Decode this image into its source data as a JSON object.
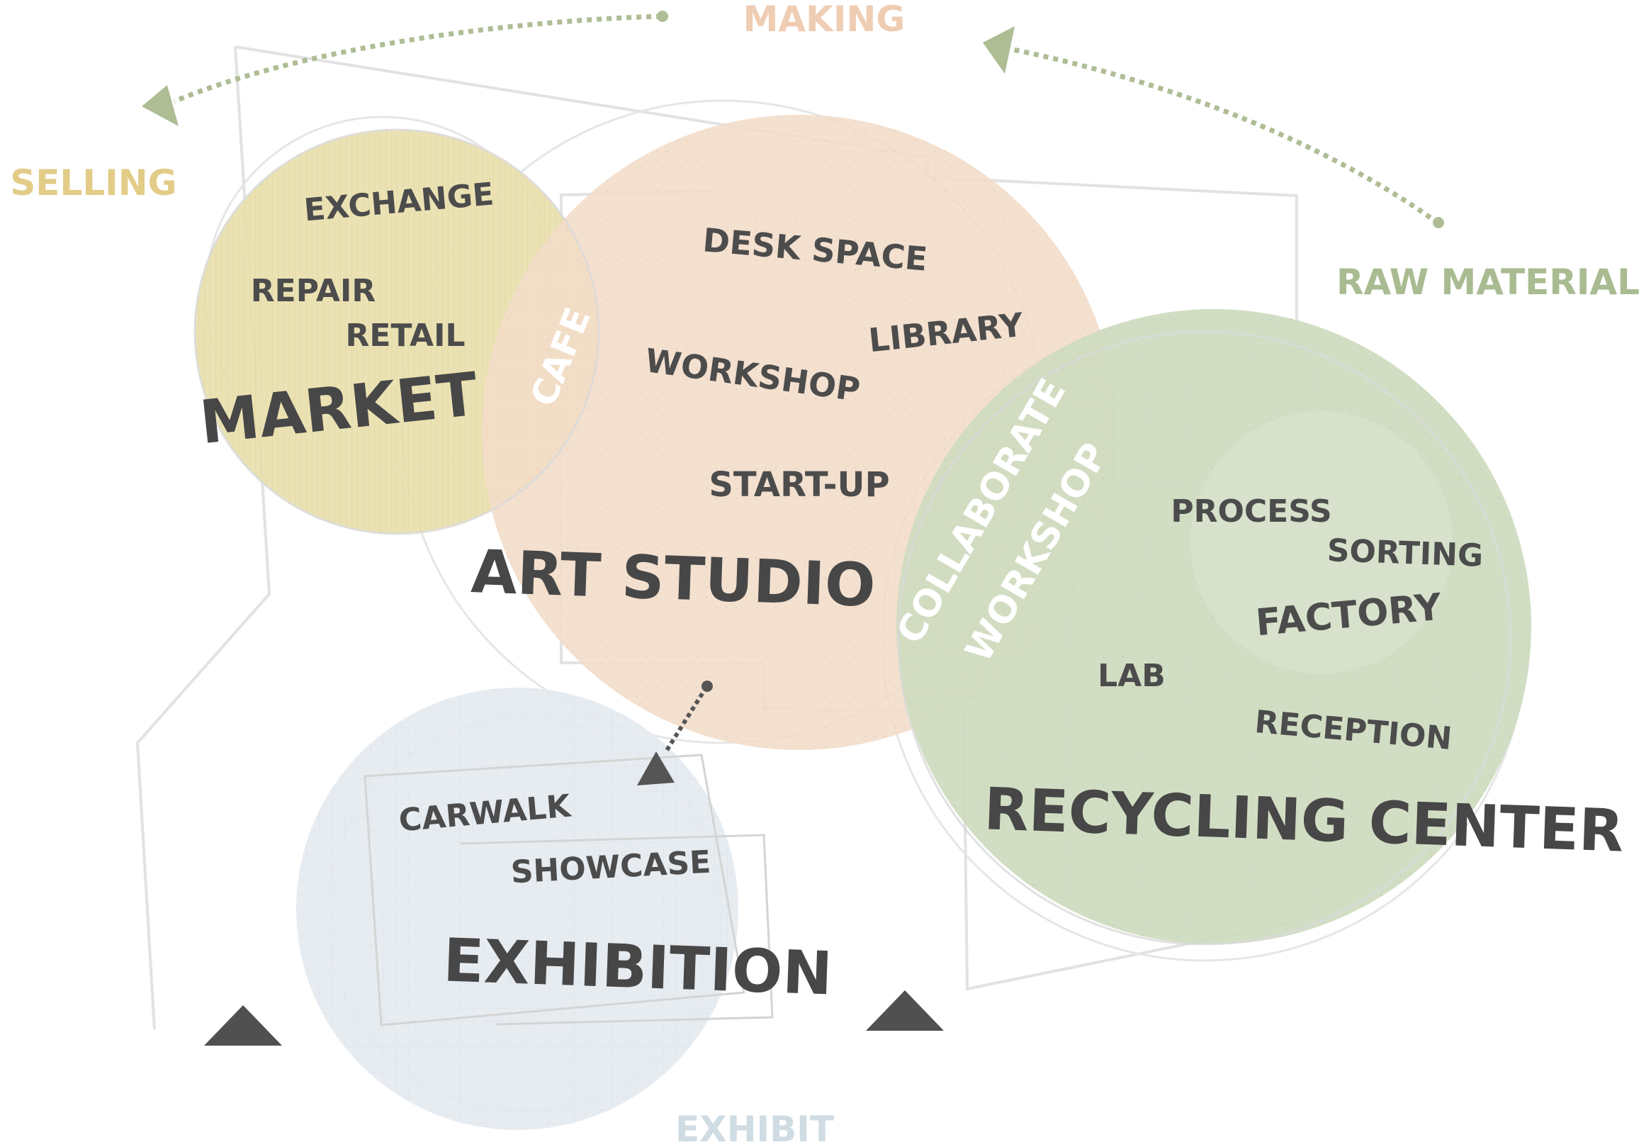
{
  "diagram": {
    "flows": {
      "making": "MAKING",
      "selling": "SELLING",
      "raw_material": "RAW MATERIAL",
      "exhibit": "EXHIBIT"
    },
    "zones": {
      "market": {
        "title": "MARKET",
        "items": [
          "EXCHANGE",
          "REPAIR",
          "RETAIL"
        ]
      },
      "art_studio": {
        "title": "ART STUDIO",
        "items": [
          "DESK SPACE",
          "LIBRARY",
          "WORKSHOP",
          "START-UP"
        ]
      },
      "recycling_center": {
        "title": "RECYCLING CENTER",
        "items": [
          "PROCESS",
          "SORTING",
          "FACTORY",
          "LAB",
          "RECEPTION"
        ]
      },
      "exhibition": {
        "title": "EXHIBITION",
        "items": [
          "CARWALK",
          "SHOWCASE"
        ]
      }
    },
    "overlaps": {
      "cafe": "CAFE",
      "collaborate_line1": "COLLABORATE",
      "collaborate_line2": "WORKSHOP"
    },
    "colors": {
      "market": "#e9dfae",
      "art_studio": "#f3dcc8",
      "recycling": "#cfdcc0",
      "exhibition": "#e6ebf0",
      "arrow_green": "#aebd94",
      "selling_text": "#e2cc88",
      "making_text": "#efcdb3",
      "raw_text": "#a9bb91",
      "exhibit_text": "#cfdce4",
      "dark": "#4c4c4c"
    }
  }
}
